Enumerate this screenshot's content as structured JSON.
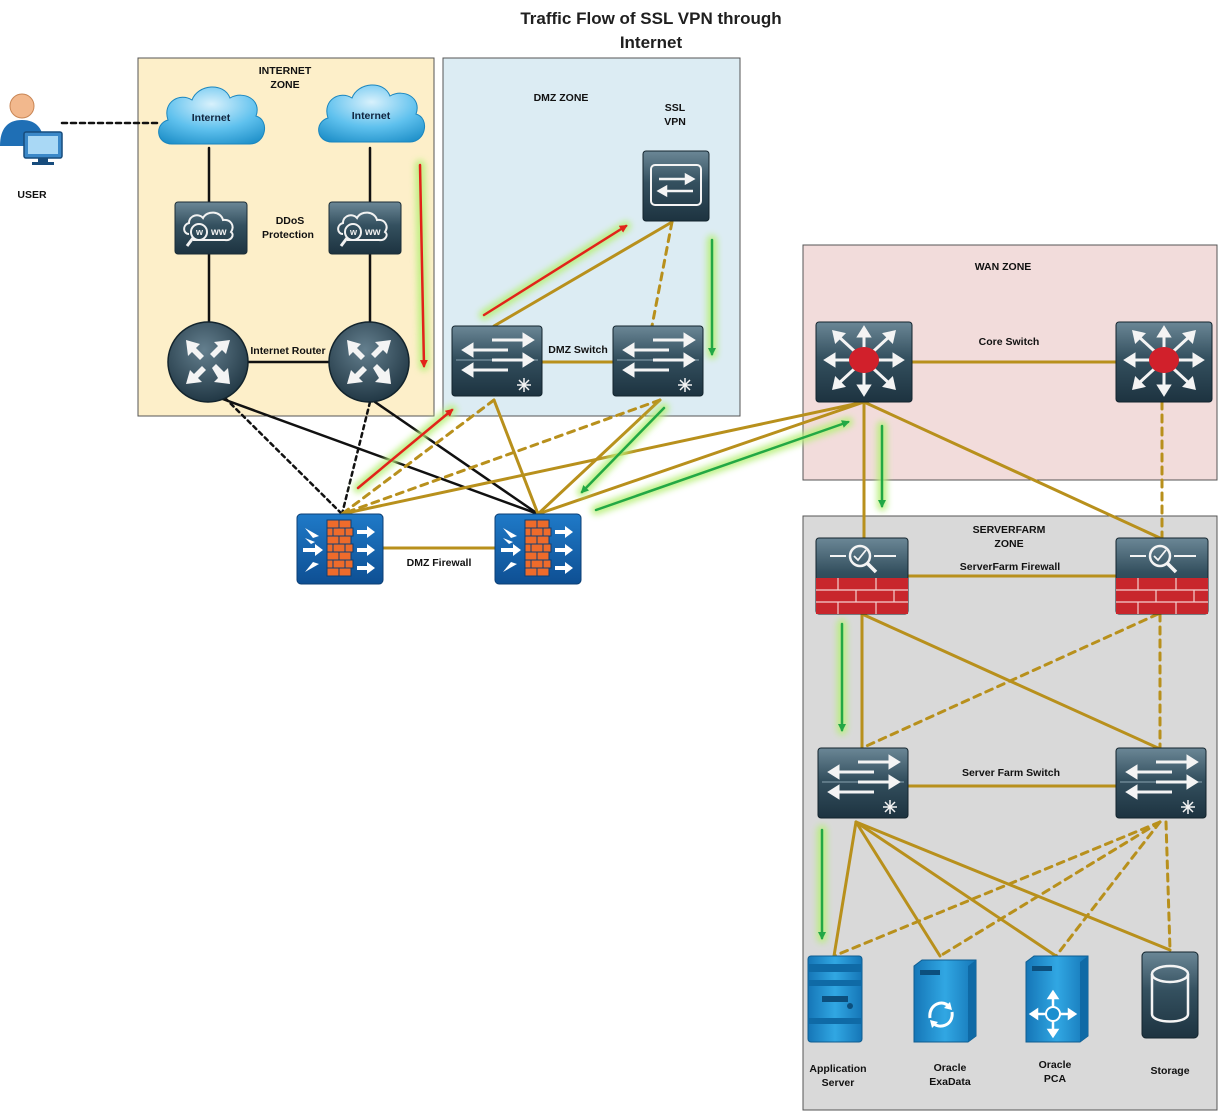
{
  "title": {
    "line1": "Traffic Flow of SSL VPN through",
    "line2": "Internet"
  },
  "zones": {
    "internet": {
      "line1": "INTERNET",
      "line2": "ZONE",
      "color": "#fdefc9"
    },
    "dmz": {
      "label": "DMZ ZONE",
      "color": "#dcecf3"
    },
    "wan": {
      "label": "WAN ZONE",
      "color": "#f2dcdb"
    },
    "serverfarm": {
      "line1": "SERVERFARM",
      "line2": "ZONE",
      "color": "#d9d9d9"
    }
  },
  "user": {
    "label": "USER",
    "icon": "user-with-monitor-icon"
  },
  "clouds": [
    {
      "label": "Internet",
      "icon": "cloud-icon"
    },
    {
      "label": "Internet",
      "icon": "cloud-icon"
    }
  ],
  "labels": {
    "ddos_line1": "DDoS",
    "ddos_line2": "Protection",
    "internet_router": "Internet Router",
    "ssl_line1": "SSL",
    "ssl_line2": "VPN",
    "dmz_switch": "DMZ Switch",
    "dmz_firewall": "DMZ Firewall",
    "core_switch": "Core Switch",
    "serverfarm_firewall": "ServerFarm Firewall",
    "server_farm_switch": "Server Farm Switch"
  },
  "servers": [
    {
      "line1": "Application",
      "line2": "Server",
      "icon": "application-server-icon"
    },
    {
      "line1": "Oracle",
      "line2": "ExaData",
      "icon": "oracle-exadata-icon"
    },
    {
      "line1": "Oracle",
      "line2": "PCA",
      "icon": "oracle-pca-icon"
    },
    {
      "line1": "Storage",
      "line2": "",
      "icon": "storage-icon"
    }
  ],
  "colors": {
    "link": "#b8901c",
    "black_link": "#111111",
    "request_arrow": "#e2231a",
    "response_arrow": "#22a845",
    "glow": "#b8f07a",
    "device_dark": "#2e4a59",
    "firewall_blue": "#1565b0",
    "firewall_brick": "#ee6b2b",
    "serverfarm_fw_red": "#c8262c",
    "server_blue": "#1b8fcf"
  }
}
